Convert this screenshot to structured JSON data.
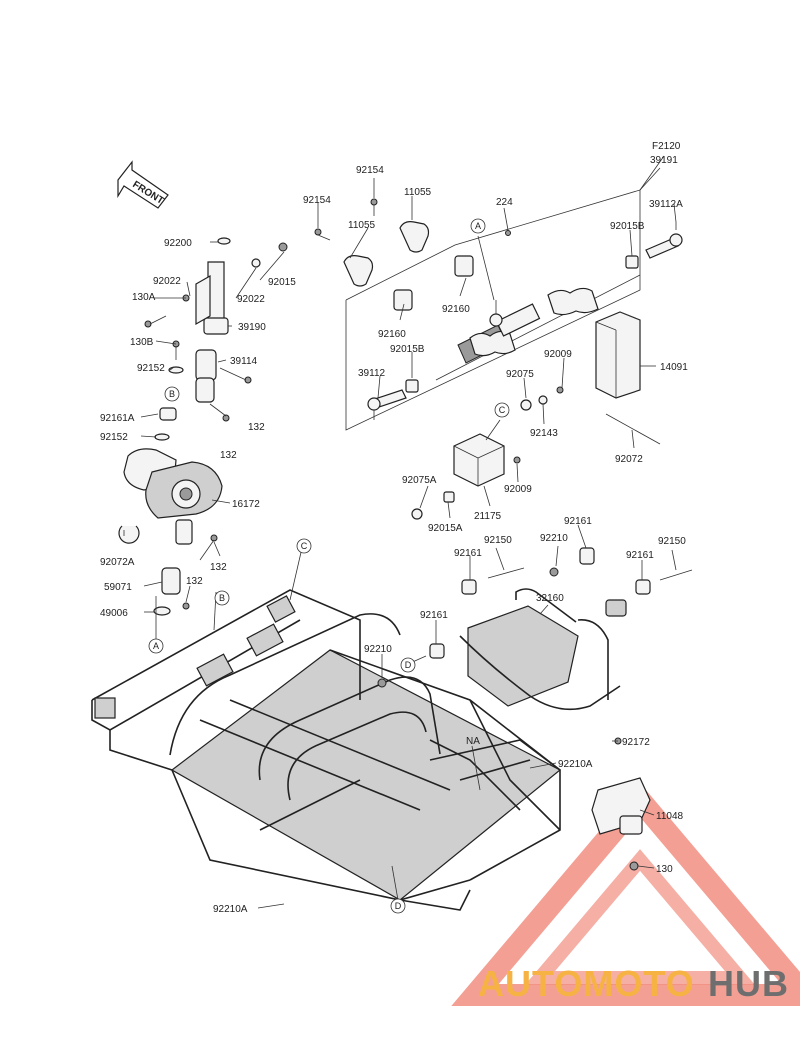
{
  "diagram": {
    "sheet_code": "F2120",
    "assembly_code": "39191",
    "front_label": "FRONT",
    "parts": [
      {
        "id": "p92154a",
        "label": "92154"
      },
      {
        "id": "p92154b",
        "label": "92154"
      },
      {
        "id": "p11055a",
        "label": "11055"
      },
      {
        "id": "p11055b",
        "label": "11055"
      },
      {
        "id": "p224",
        "label": "224"
      },
      {
        "id": "p39112A",
        "label": "39112A"
      },
      {
        "id": "p92015B_a",
        "label": "92015B"
      },
      {
        "id": "p92015B_b",
        "label": "92015B"
      },
      {
        "id": "p92160a",
        "label": "92160"
      },
      {
        "id": "p92160b",
        "label": "92160"
      },
      {
        "id": "p39112",
        "label": "39112"
      },
      {
        "id": "p92075",
        "label": "92075"
      },
      {
        "id": "p92009a",
        "label": "92009"
      },
      {
        "id": "p92009b",
        "label": "92009"
      },
      {
        "id": "p14091",
        "label": "14091"
      },
      {
        "id": "p92143",
        "label": "92143"
      },
      {
        "id": "p92072",
        "label": "92072"
      },
      {
        "id": "p92075A",
        "label": "92075A"
      },
      {
        "id": "p92015A",
        "label": "92015A"
      },
      {
        "id": "p21175",
        "label": "21175"
      },
      {
        "id": "p92200",
        "label": "92200"
      },
      {
        "id": "p92022a",
        "label": "92022"
      },
      {
        "id": "p92022b",
        "label": "92022"
      },
      {
        "id": "p92015",
        "label": "92015"
      },
      {
        "id": "p130A",
        "label": "130A"
      },
      {
        "id": "p130B",
        "label": "130B"
      },
      {
        "id": "p39190",
        "label": "39190"
      },
      {
        "id": "p92152a",
        "label": "92152"
      },
      {
        "id": "p39114",
        "label": "39114"
      },
      {
        "id": "p92161A",
        "label": "92161A"
      },
      {
        "id": "p92152b",
        "label": "92152"
      },
      {
        "id": "p132a",
        "label": "132"
      },
      {
        "id": "p132b",
        "label": "132"
      },
      {
        "id": "p16172",
        "label": "16172"
      },
      {
        "id": "p92072A",
        "label": "92072A"
      },
      {
        "id": "p132c",
        "label": "132"
      },
      {
        "id": "p59071",
        "label": "59071"
      },
      {
        "id": "p132d",
        "label": "132"
      },
      {
        "id": "p49006",
        "label": "49006"
      },
      {
        "id": "p92161a",
        "label": "92161"
      },
      {
        "id": "p92161b",
        "label": "92161"
      },
      {
        "id": "p92161c",
        "label": "92161"
      },
      {
        "id": "p92161d",
        "label": "92161"
      },
      {
        "id": "p92150a",
        "label": "92150"
      },
      {
        "id": "p92150b",
        "label": "92150"
      },
      {
        "id": "p92210a",
        "label": "92210"
      },
      {
        "id": "p92210b",
        "label": "92210"
      },
      {
        "id": "p32160",
        "label": "32160"
      },
      {
        "id": "pNA",
        "label": "NA"
      },
      {
        "id": "p92210A_a",
        "label": "92210A"
      },
      {
        "id": "p92210A_b",
        "label": "92210A"
      },
      {
        "id": "p92172",
        "label": "92172"
      },
      {
        "id": "p11048",
        "label": "11048"
      },
      {
        "id": "p130",
        "label": "130"
      }
    ],
    "callouts": {
      "a1": "A",
      "a2": "A",
      "b1": "B",
      "b2": "B",
      "c1": "C",
      "c2": "C",
      "d1": "D",
      "d2": "D"
    }
  },
  "watermark": {
    "word_part1": "AUTOMOTO",
    "word_part2": "HUB",
    "color_primary": "#f07a6a",
    "color_secondary": "#f5a623",
    "color_dark": "#555555"
  }
}
